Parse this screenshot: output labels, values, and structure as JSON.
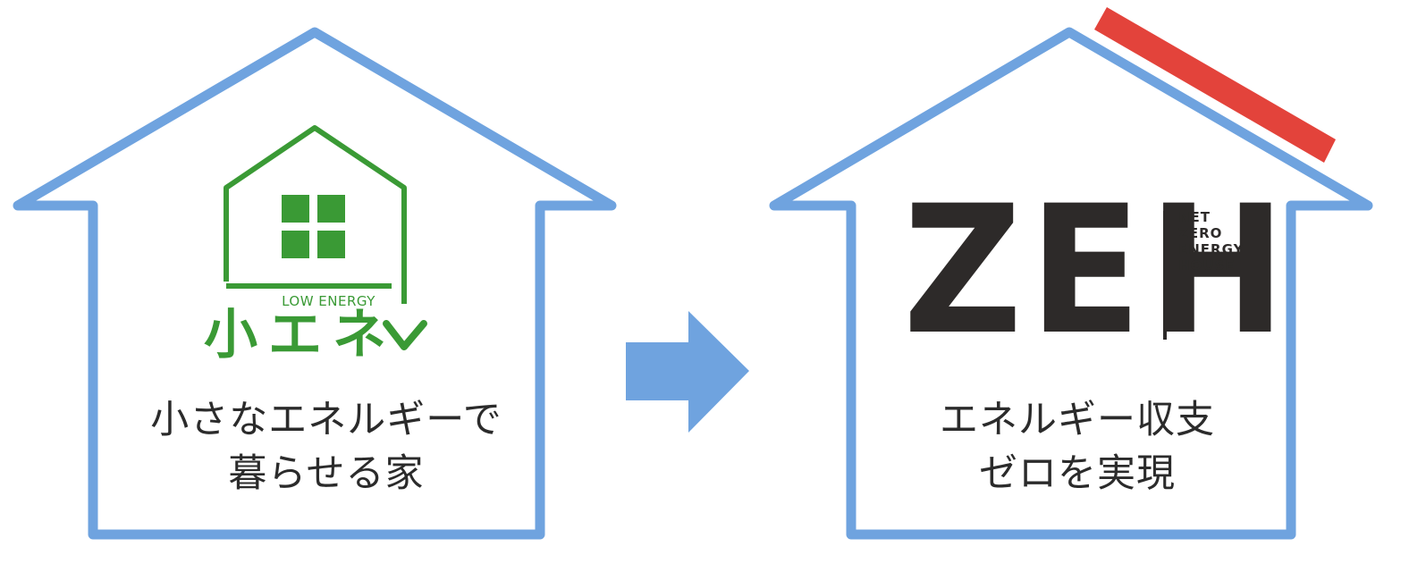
{
  "diagram": {
    "left_house": {
      "logo": {
        "subtitle": "LOW ENERGY",
        "title": "小エネ"
      },
      "caption_lines": [
        "小さなエネルギーで",
        "暮らせる家"
      ]
    },
    "right_house": {
      "logo": {
        "title": "ZEH",
        "subtitle_lines": [
          "NET",
          "ZERO",
          "ENERGY",
          "HOUSE"
        ]
      },
      "caption_lines": [
        "エネルギー収支",
        "ゼロを実現"
      ]
    },
    "colors": {
      "house_outline": "#6fa3df",
      "arrow": "#6fa3df",
      "solar_panel": "#e3433b",
      "logo_green": "#3a9a35",
      "zeh_text": "#2d2a29",
      "caption_text": "#2b2b2b"
    },
    "icons": [
      "house-outline-icon",
      "green-house-logo-icon",
      "right-arrow-icon",
      "solar-panel-icon",
      "down-arrow-icon"
    ]
  }
}
